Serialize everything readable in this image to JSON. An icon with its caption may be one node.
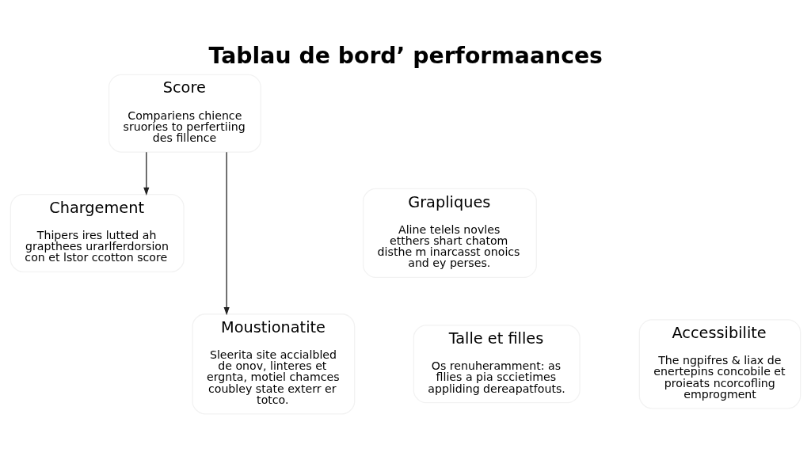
{
  "diagram": {
    "title": "Tablau de bord’ performaances",
    "nodes": [
      {
        "text": [
          "Score",
          "Compariens chience sruories to perfertiing des fillence"
        ]
      },
      {
        "text": [
          "Grapliques",
          "Aline telels novles etthers shart chatom disthe m inarcasst onoics and ey perses."
        ]
      },
      {
        "text": [
          "Chargement",
          "Thipers ires lutted ah grapthees urarlferdorsion con et lstor ccotton score"
        ]
      },
      {
        "text": [
          "Talle et filles",
          "Os renuheramment: as fllies a pia sccietimes appliding dereapatfouts."
        ]
      },
      {
        "text": [
          "Moustionatite",
          "Sleerita site accialbled de onov, linteres et ergnta, motiel chamces coubley state exterr er totco."
        ]
      },
      {
        "text": [
          "Accessibilite",
          "The ngpifres & liax de enertepins concobile et proieats ncorcofling emprogment"
        ]
      }
    ],
    "edges": [
      {
        "from": 0,
        "to": 2,
        "arrow": "to"
      },
      {
        "from": 0,
        "to": 4,
        "arrow": "to"
      }
    ]
  }
}
